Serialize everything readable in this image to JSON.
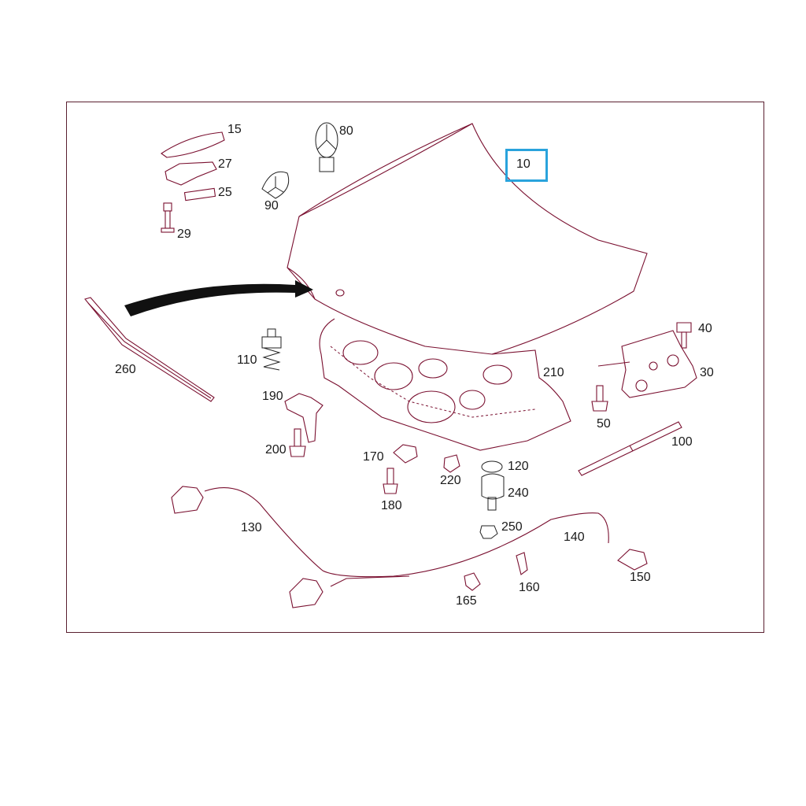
{
  "diagram": {
    "highlight_color": "#2aa3dc",
    "line_color": "#7a1030",
    "highlighted_part": "10",
    "parts": [
      {
        "id": "p15",
        "number": "15"
      },
      {
        "id": "p27",
        "number": "27"
      },
      {
        "id": "p25",
        "number": "25"
      },
      {
        "id": "p29",
        "number": "29"
      },
      {
        "id": "p80",
        "number": "80"
      },
      {
        "id": "p90",
        "number": "90"
      },
      {
        "id": "p10",
        "number": "10"
      },
      {
        "id": "p40",
        "number": "40"
      },
      {
        "id": "p30",
        "number": "30"
      },
      {
        "id": "p50",
        "number": "50"
      },
      {
        "id": "p100",
        "number": "100"
      },
      {
        "id": "p110",
        "number": "110"
      },
      {
        "id": "p190",
        "number": "190"
      },
      {
        "id": "p200",
        "number": "200"
      },
      {
        "id": "p210",
        "number": "210"
      },
      {
        "id": "p260",
        "number": "260"
      },
      {
        "id": "p170",
        "number": "170"
      },
      {
        "id": "p180",
        "number": "180"
      },
      {
        "id": "p220",
        "number": "220"
      },
      {
        "id": "p120",
        "number": "120"
      },
      {
        "id": "p240",
        "number": "240"
      },
      {
        "id": "p250",
        "number": "250"
      },
      {
        "id": "p130",
        "number": "130"
      },
      {
        "id": "p140",
        "number": "140"
      },
      {
        "id": "p150",
        "number": "150"
      },
      {
        "id": "p160",
        "number": "160"
      },
      {
        "id": "p165",
        "number": "165"
      }
    ]
  }
}
